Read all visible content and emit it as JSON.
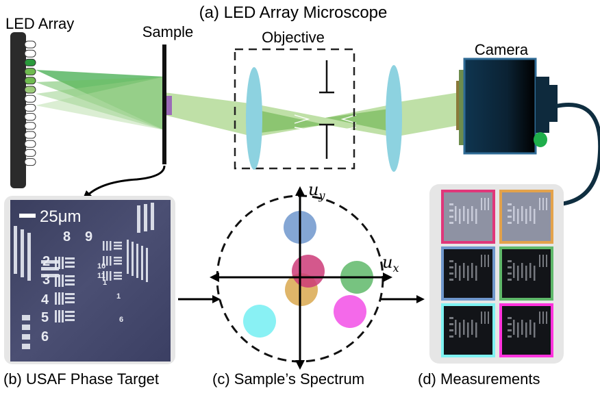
{
  "title": "(a) LED Array Microscope",
  "labels": {
    "led_array": "LED Array",
    "sample": "Sample",
    "objective": "Objective",
    "camera": "Camera"
  },
  "panels": {
    "b_caption": "(b) USAF Phase Target",
    "c_caption": "(c) Sample’s Spectrum",
    "d_caption": "(d) Measurements"
  },
  "usaf": {
    "scale_bar": "25μm",
    "numbers_large": [
      "8",
      "9",
      "2",
      "3",
      "4",
      "5",
      "6"
    ],
    "numbers_small": [
      "10",
      "11",
      "1",
      "1",
      "6"
    ]
  },
  "spectrum": {
    "u_x": "u",
    "u_x_sub": "x",
    "u_y": "u",
    "u_y_sub": "y",
    "colors": {
      "blue": "#6f97cc",
      "pink": "#cc3b78",
      "gold": "#d9a84f",
      "green": "#5fb86a",
      "magenta": "#f24fe6",
      "cyan": "#74eef2"
    }
  },
  "measurement_frames": [
    "#e0377a",
    "#e3a24b",
    "#6f97cc",
    "#5fb86a",
    "#7ef2f2",
    "#ff33dd"
  ],
  "led_colors": {
    "lit_dark": "#2a9a3c",
    "lit_mid": "#6fbb50",
    "lit_light": "#9ccc7a",
    "off": "#ffffff"
  }
}
